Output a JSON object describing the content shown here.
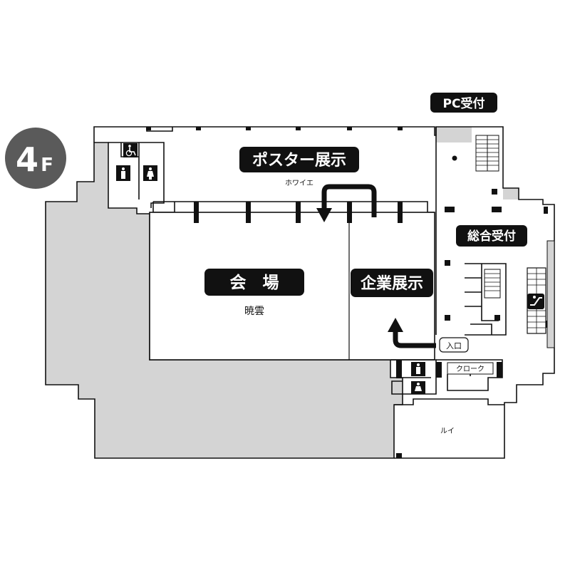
{
  "floor": {
    "num": "4",
    "suffix": "F"
  },
  "labels": {
    "pc_reception": "PC受付",
    "poster": "ポスター展示",
    "foyer": "ホワイエ",
    "main_hall": "会　場",
    "hall_name": "暁雲",
    "corporate": "企業展示",
    "general_reception": "総合受付",
    "entrance": "入口",
    "cloak": "クローク",
    "rui": "ルイ"
  },
  "colors": {
    "gray_area": "#d4d4d4",
    "label_bg": "#111111",
    "badge": "#5a5a5a"
  },
  "icons": [
    "wheelchair-icon",
    "restroom-male-icon",
    "restroom-female-icon",
    "escalator-icon",
    "arrow-icon"
  ]
}
